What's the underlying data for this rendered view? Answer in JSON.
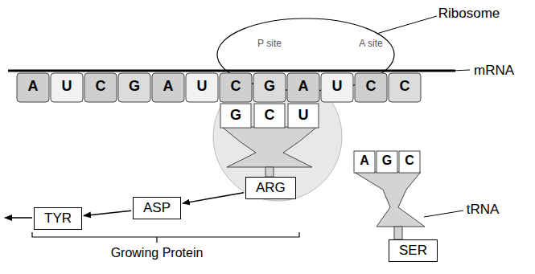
{
  "diagram": {
    "nodes": [
      {
        "text": [
          "TYR"
        ]
      },
      {
        "text": [
          "ASP"
        ]
      },
      {
        "text": [
          "ARG"
        ]
      },
      {
        "text": [
          "SER"
        ]
      }
    ],
    "edges": [
      {
        "from": 1,
        "to": 0,
        "arrow": "to"
      },
      {
        "from": 2,
        "to": 1,
        "arrow": "to"
      }
    ],
    "labels": [
      "Ribosome",
      "P site",
      "A site",
      "mRNA",
      "A",
      "U",
      "C",
      "G",
      "A",
      "U",
      "C",
      "G",
      "A",
      "U",
      "C",
      "C",
      "G",
      "C",
      "U",
      "A",
      "G",
      "C",
      "tRNA",
      "Growing Protein"
    ]
  }
}
